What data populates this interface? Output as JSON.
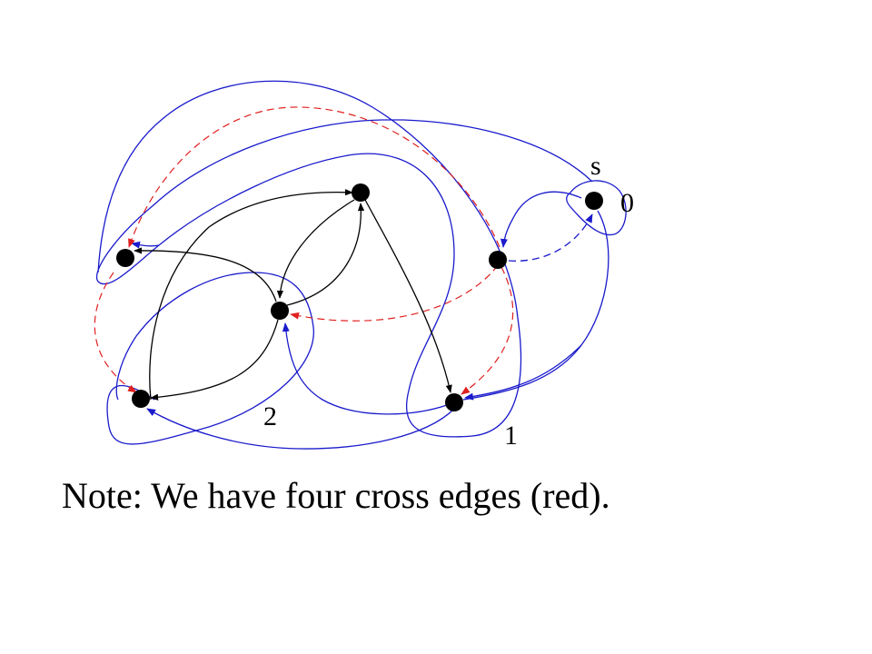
{
  "labels": {
    "source": "s",
    "level_0": "0",
    "level_1": "1",
    "level_2": "2"
  },
  "note": "Note: We have four cross edges (red).",
  "colors": {
    "tree_edge": "#000000",
    "level_outline": "#1a1acc",
    "cross_edge": "#e02020"
  }
}
